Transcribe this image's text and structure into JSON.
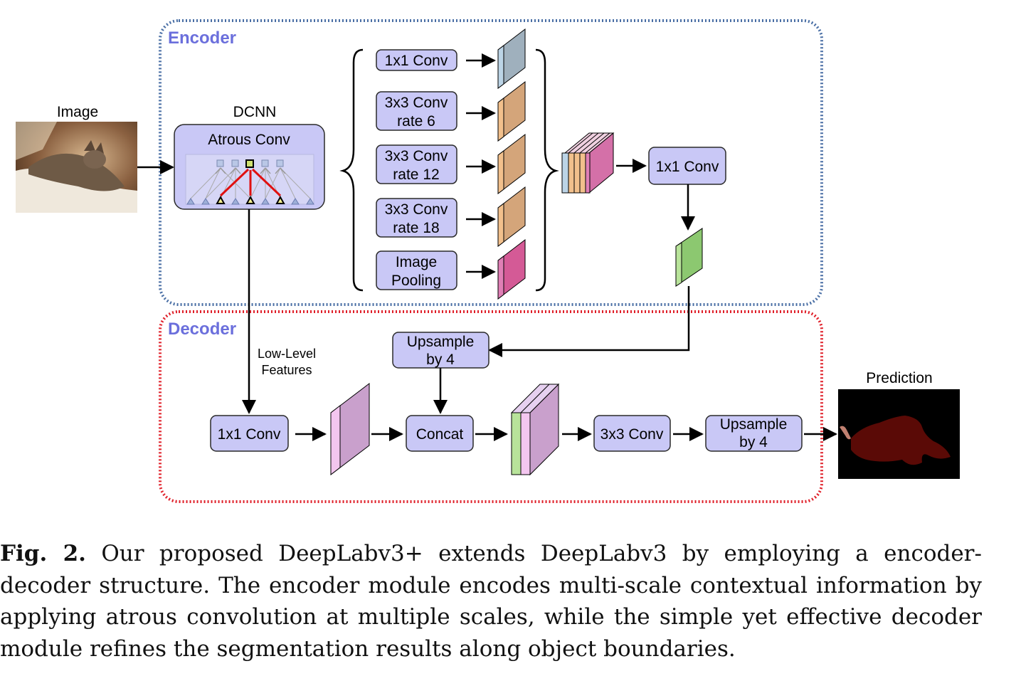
{
  "encoder": {
    "title": "Encoder"
  },
  "decoder": {
    "title": "Decoder"
  },
  "input": {
    "label": "Image"
  },
  "dcnn": {
    "label": "DCNN",
    "block": "Atrous Conv"
  },
  "aspp": {
    "branches": [
      {
        "lines": [
          "1x1 Conv"
        ]
      },
      {
        "lines": [
          "3x3 Conv",
          "rate 6"
        ]
      },
      {
        "lines": [
          "3x3 Conv",
          "rate 12"
        ]
      },
      {
        "lines": [
          "3x3 Conv",
          "rate 18"
        ]
      },
      {
        "lines": [
          "Image",
          "Pooling"
        ]
      }
    ]
  },
  "encoder_out": {
    "conv": "1x1 Conv"
  },
  "low_level": {
    "lines": [
      "Low-Level",
      "Features"
    ]
  },
  "decoder_blocks": {
    "conv1": "1x1 Conv",
    "upsample1": [
      "Upsample",
      "by 4"
    ],
    "concat": "Concat",
    "conv3": "3x3 Conv",
    "upsample2": [
      "Upsample",
      "by 4"
    ]
  },
  "output": {
    "label": "Prediction"
  },
  "caption": {
    "label": "Fig. 2.",
    "text": "Our proposed DeepLabv3+ extends DeepLabv3 by employing a encoder-decoder structure. The encoder module encodes multi-scale contextual information by applying atrous convolution at multiple scales, while the simple yet effective decoder module refines the segmentation results along object boundaries."
  },
  "colors": {
    "block_fill": "#c9c8f6",
    "block_stroke": "#2a2a2a",
    "encoder_border": "#4a6fa5",
    "decoder_border": "#e0202a",
    "title_color": "#6b6fdc",
    "feat_blue": "#bcd4e6",
    "feat_orange": "#f2c08c",
    "feat_pink": "#e07fb6",
    "feat_green": "#b8e39a",
    "feat_lowlevel": "#f3c6ef",
    "feat_lowlevel_dark": "#c9a0cc"
  }
}
